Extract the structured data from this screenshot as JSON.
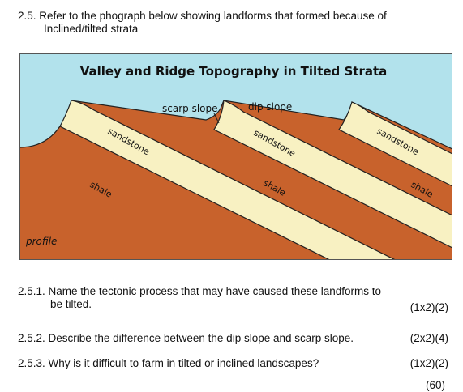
{
  "question_main": {
    "number": "2.5.",
    "text_line1": "Refer to the phograph below showing landforms that formed because of",
    "text_line2": "Inclined/tilted strata"
  },
  "diagram": {
    "title": "Valley and Ridge Topography in Tilted Strata",
    "labels": {
      "scarp_slope": "scarp slope",
      "dip_slope": "dip slope",
      "sandstone": "sandstone",
      "shale": "shale",
      "profile": "profile"
    },
    "colors": {
      "sky": "#b2e2ec",
      "shale": "#c8622c",
      "sandstone": "#f8f1c2",
      "outline": "#222222"
    }
  },
  "questions": [
    {
      "number": "2.5.1.",
      "line1": "Name the tectonic process that may have caused these landforms to",
      "line2": "be tilted.",
      "marks": "(1x2)(2)"
    },
    {
      "number": "2.5.2.",
      "line1": "Describe the difference between the dip slope and scarp slope.",
      "marks": "(2x2)(4)"
    },
    {
      "number": "2.5.3.",
      "line1": "Why is it difficult to farm in tilted or inclined landscapes?",
      "marks": "(1x2)(2)"
    }
  ],
  "total_marks": "(60)"
}
